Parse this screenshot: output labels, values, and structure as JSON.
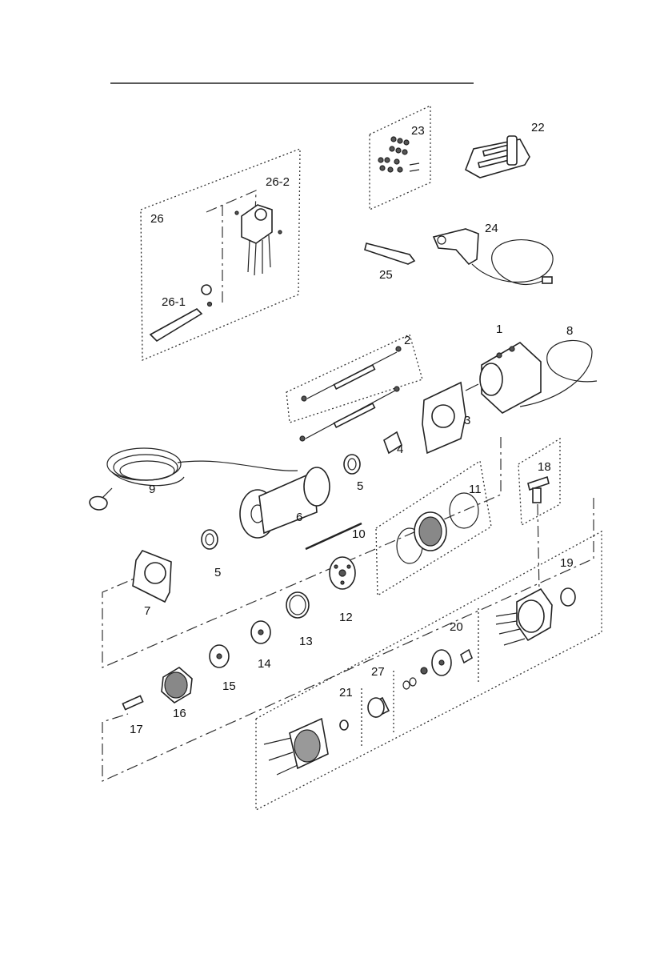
{
  "labels": {
    "p1": "1",
    "p2": "2",
    "p3": "3",
    "p4": "4",
    "p5a": "5",
    "p5b": "5",
    "p6": "6",
    "p7": "7",
    "p8": "8",
    "p9": "9",
    "p10": "10",
    "p11": "11",
    "p12": "12",
    "p13": "13",
    "p14": "14",
    "p15": "15",
    "p16": "16",
    "p17": "17",
    "p18": "18",
    "p19": "19",
    "p20": "20",
    "p21": "21",
    "p22": "22",
    "p23": "23",
    "p24": "24",
    "p25": "25",
    "p26": "26",
    "p26_1": "26-1",
    "p26_2": "26-2",
    "p27": "27"
  }
}
